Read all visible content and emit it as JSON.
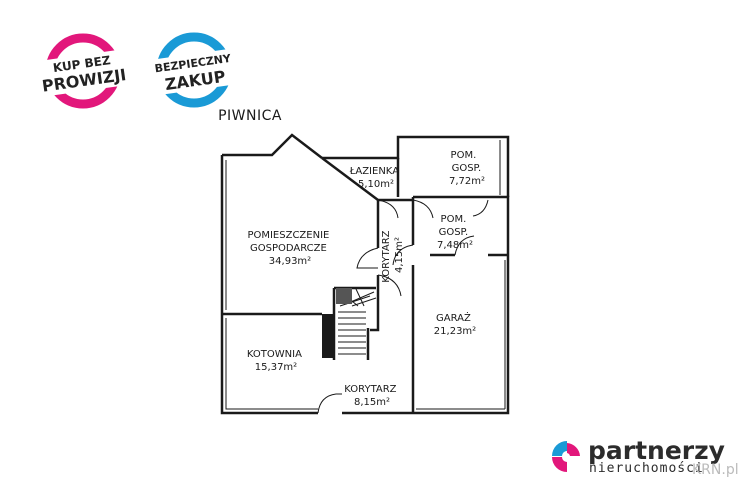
{
  "badges": [
    {
      "line1": "KUP BEZ",
      "line2": "PROWIZJI",
      "color": "#e2177b"
    },
    {
      "line1": "BEZPIECZNY",
      "line2": "ZAKUP",
      "color": "#1a9ad6"
    }
  ],
  "plan_title": "PIWNICA",
  "rooms": [
    {
      "id": "lazienka",
      "lines": [
        "ŁAZIENKA",
        "5,10m²"
      ]
    },
    {
      "id": "pom-gosp-1",
      "lines": [
        "POM.",
        "GOSP.",
        "7,72m²"
      ]
    },
    {
      "id": "pom-gosp-2",
      "lines": [
        "POM.",
        "GOSP.",
        "7,48m²"
      ]
    },
    {
      "id": "pomieszczenie-gospodarcze",
      "lines": [
        "POMIESZCZENIE",
        "GOSPODARCZE",
        "34,93m²"
      ]
    },
    {
      "id": "korytarz-vertical",
      "lines": [
        "KORYTARZ",
        "4,15m²"
      ]
    },
    {
      "id": "garaz",
      "lines": [
        "GARAŻ",
        "21,23m²"
      ]
    },
    {
      "id": "kotownia",
      "lines": [
        "KOTOWNIA",
        "15,37m²"
      ]
    },
    {
      "id": "korytarz-bottom",
      "lines": [
        "KORYTARZ",
        "8,15m²"
      ]
    }
  ],
  "brand": {
    "name": "partnerzy",
    "subtitle": "nieruchomości",
    "colors": {
      "magenta": "#e2177b",
      "blue": "#1a9ad6"
    }
  },
  "watermark": "KRN.pl"
}
